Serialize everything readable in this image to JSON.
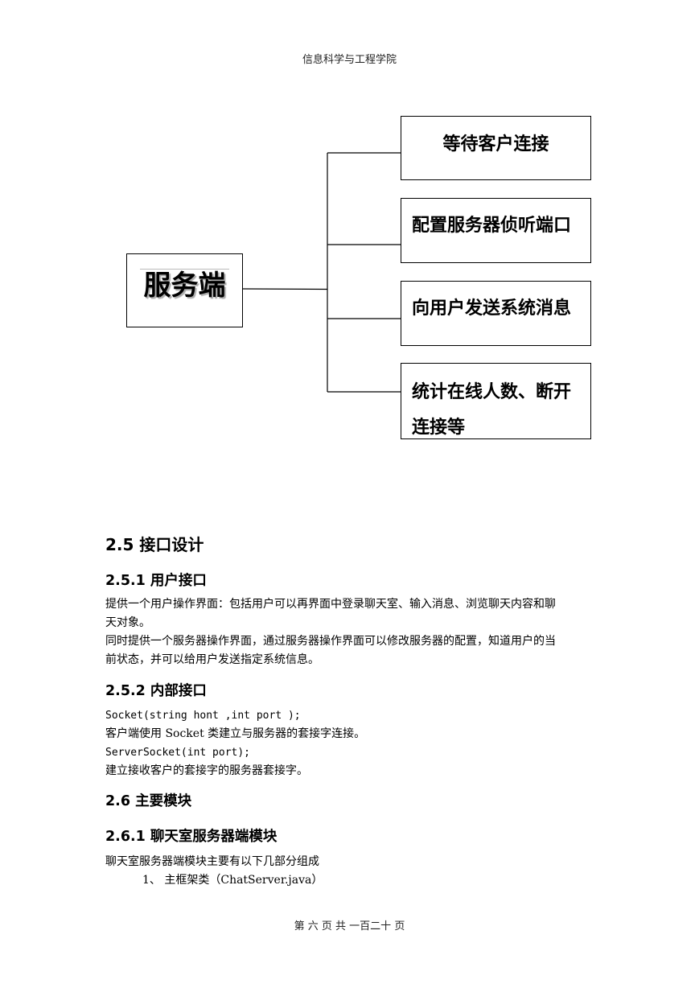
{
  "header": {
    "text": "信息科学与工程学院"
  },
  "diagram": {
    "root": "服务端",
    "leaves": [
      {
        "line1": "等待客户连接"
      },
      {
        "line1": "配置服务器侦听端口"
      },
      {
        "line1": "向用户发送系统消息"
      },
      {
        "line1": "统计在线人数、断开",
        "line2": "连接等"
      }
    ]
  },
  "section_2_5": {
    "heading": "2.5 接口设计"
  },
  "section_2_5_1": {
    "heading": "2.5.1 用户接口",
    "lines": [
      "提供一个用户操作界面：包括用户可以再界面中登录聊天室、输入消息、浏览聊天内容和聊",
      "天对象。",
      "同时提供一个服务器操作界面，通过服务器操作界面可以修改服务器的配置，知道用户的当",
      "前状态，并可以给用户发送指定系统信息。"
    ]
  },
  "section_2_5_2": {
    "heading": "2.5.2 内部接口",
    "lines": [
      "Socket(string hont ,int port );",
      "客户端使用 Socket 类建立与服务器的套接字连接。",
      "ServerSocket(int port);",
      "建立接收客户的套接字的服务器套接字。"
    ]
  },
  "section_2_6": {
    "heading": "2.6 主要模块"
  },
  "section_2_6_1": {
    "heading": "2.6.1 聊天室服务器端模块",
    "intro": "聊天室服务器端模块主要有以下几部分组成",
    "item1": "1、 主框架类（ChatServer.java）"
  },
  "footer": {
    "text": "第 六 页 共 一百二十 页"
  }
}
